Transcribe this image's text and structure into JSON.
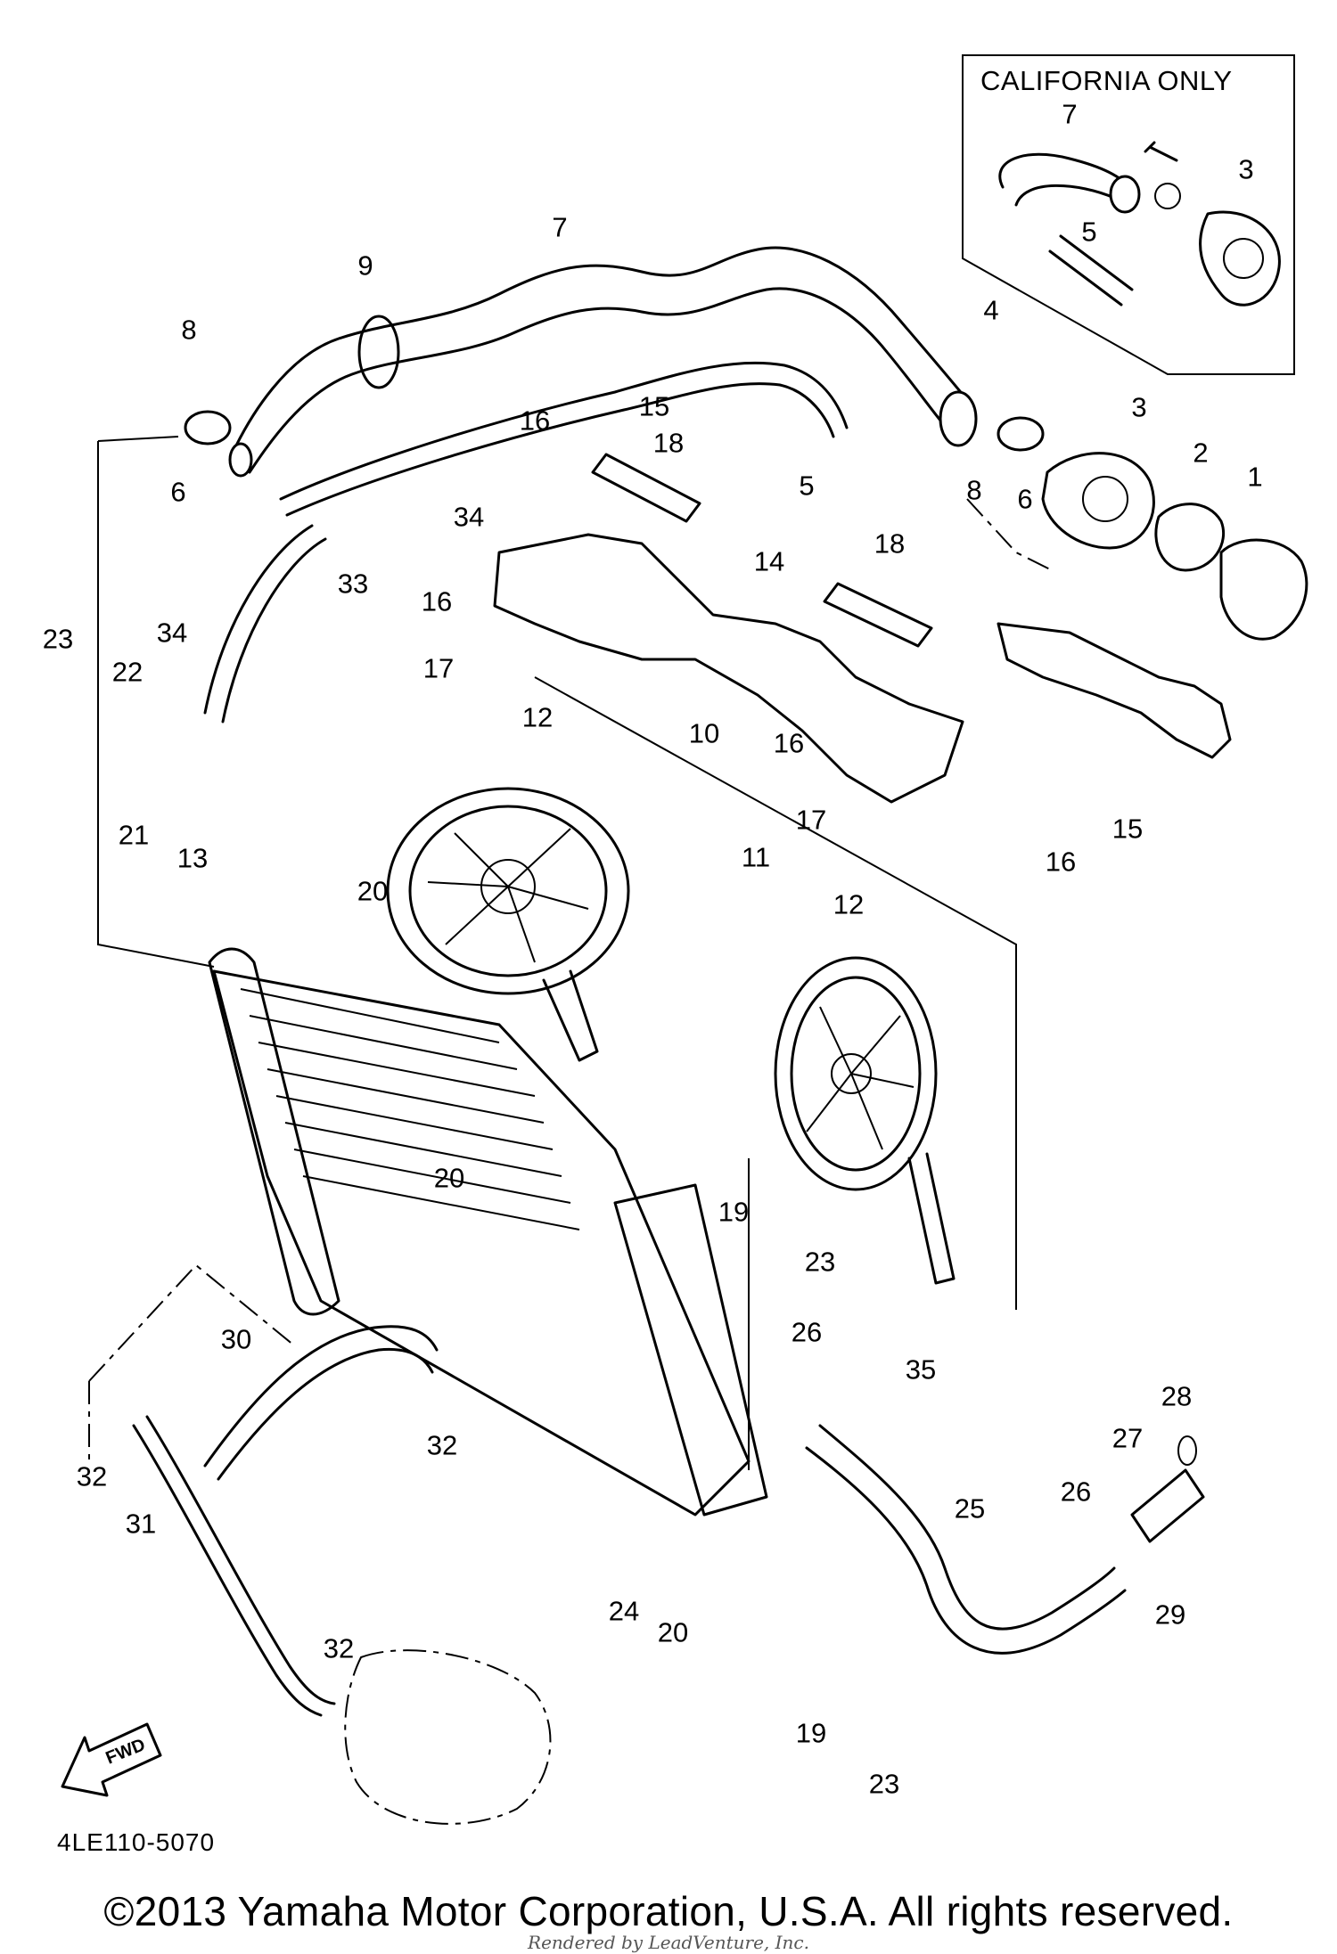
{
  "inset": {
    "title": "CALIFORNIA ONLY"
  },
  "callouts": [
    {
      "name": "ca-7",
      "text": "7"
    },
    {
      "name": "ca-3",
      "text": "3"
    },
    {
      "name": "ca-5",
      "text": "5"
    },
    {
      "name": "p7",
      "text": "7"
    },
    {
      "name": "p9",
      "text": "9"
    },
    {
      "name": "p8a",
      "text": "8"
    },
    {
      "name": "p4",
      "text": "4"
    },
    {
      "name": "p15a",
      "text": "15"
    },
    {
      "name": "p16a",
      "text": "16"
    },
    {
      "name": "p18a",
      "text": "18"
    },
    {
      "name": "p5",
      "text": "5"
    },
    {
      "name": "p3",
      "text": "3"
    },
    {
      "name": "p2",
      "text": "2"
    },
    {
      "name": "p1",
      "text": "1"
    },
    {
      "name": "p8b",
      "text": "8"
    },
    {
      "name": "p6a",
      "text": "6"
    },
    {
      "name": "p6b",
      "text": "6"
    },
    {
      "name": "p34a",
      "text": "34"
    },
    {
      "name": "p33",
      "text": "33"
    },
    {
      "name": "p14",
      "text": "14"
    },
    {
      "name": "p18b",
      "text": "18"
    },
    {
      "name": "p16b",
      "text": "16"
    },
    {
      "name": "p23a",
      "text": "23"
    },
    {
      "name": "p22",
      "text": "22"
    },
    {
      "name": "p34b",
      "text": "34"
    },
    {
      "name": "p17a",
      "text": "17"
    },
    {
      "name": "p12a",
      "text": "12"
    },
    {
      "name": "p10",
      "text": "10"
    },
    {
      "name": "p16c",
      "text": "16"
    },
    {
      "name": "p21",
      "text": "21"
    },
    {
      "name": "p17b",
      "text": "17"
    },
    {
      "name": "p15b",
      "text": "15"
    },
    {
      "name": "p16d",
      "text": "16"
    },
    {
      "name": "p11",
      "text": "11"
    },
    {
      "name": "p13",
      "text": "13"
    },
    {
      "name": "p20a",
      "text": "20"
    },
    {
      "name": "p12b",
      "text": "12"
    },
    {
      "name": "p20b",
      "text": "20"
    },
    {
      "name": "p19a",
      "text": "19"
    },
    {
      "name": "p23b",
      "text": "23"
    },
    {
      "name": "p30",
      "text": "30"
    },
    {
      "name": "p26a",
      "text": "26"
    },
    {
      "name": "p35",
      "text": "35"
    },
    {
      "name": "p28",
      "text": "28"
    },
    {
      "name": "p32a",
      "text": "32"
    },
    {
      "name": "p32b",
      "text": "32"
    },
    {
      "name": "p27",
      "text": "27"
    },
    {
      "name": "p31",
      "text": "31"
    },
    {
      "name": "p25",
      "text": "25"
    },
    {
      "name": "p26b",
      "text": "26"
    },
    {
      "name": "p24",
      "text": "24"
    },
    {
      "name": "p20c",
      "text": "20"
    },
    {
      "name": "p29",
      "text": "29"
    },
    {
      "name": "p32c",
      "text": "32"
    },
    {
      "name": "p19b",
      "text": "19"
    },
    {
      "name": "p23c",
      "text": "23"
    }
  ],
  "fwd_label": "FWD",
  "diagram_code": "4LE110-5070",
  "copyright": "©2013 Yamaha Motor Corporation, U.S.A. All rights reserved.",
  "rendered_by": "Rendered by LeadVenture, Inc."
}
